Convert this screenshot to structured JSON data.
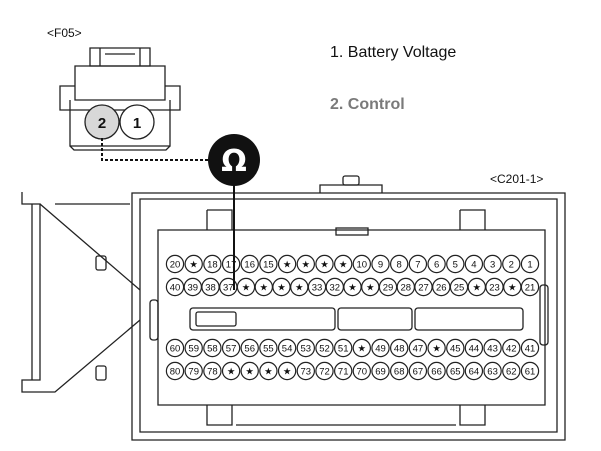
{
  "connector_f05": {
    "label": "<F05>",
    "pin_labels": [
      "2",
      "1"
    ]
  },
  "connector_c201": {
    "label": "<C201-1>",
    "rows": [
      [
        "20",
        "★",
        "18",
        "17",
        "16",
        "15",
        "★",
        "★",
        "★",
        "★",
        "10",
        "9",
        "8",
        "7",
        "6",
        "5",
        "4",
        "3",
        "2",
        "1"
      ],
      [
        "40",
        "39",
        "38",
        "37",
        "★",
        "★",
        "★",
        "★",
        "33",
        "32",
        "★",
        "★",
        "29",
        "28",
        "27",
        "26",
        "25",
        "★",
        "23",
        "★",
        "21"
      ],
      [
        "60",
        "59",
        "58",
        "57",
        "56",
        "55",
        "54",
        "53",
        "52",
        "51",
        "★",
        "49",
        "48",
        "47",
        "★",
        "45",
        "44",
        "43",
        "42",
        "41"
      ],
      [
        "80",
        "79",
        "78",
        "★",
        "★",
        "★",
        "★",
        "73",
        "72",
        "71",
        "70",
        "69",
        "68",
        "67",
        "66",
        "65",
        "64",
        "63",
        "62",
        "61"
      ]
    ]
  },
  "legend": {
    "item1": "1. Battery Voltage",
    "item2": "2. Control"
  },
  "meter": {
    "symbol": "Ω",
    "icon": "ohmmeter-icon"
  }
}
